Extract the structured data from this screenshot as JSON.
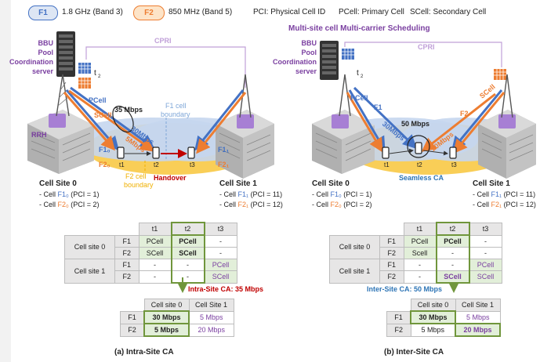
{
  "legend": {
    "f1_badge": "F1",
    "f1_label": "1.8 GHz (Band 3)",
    "f2_badge": "F2",
    "f2_label": "850 MHz (Band 5)",
    "pci_note": "PCI: Physical Cell ID",
    "pcell_note": "PCell: Primary Cell",
    "scell_note": "SCell: Secondary Cell"
  },
  "colors": {
    "f1": "#4472c4",
    "f2": "#ed7d31",
    "purple": "#7a3fa0",
    "green": "#70963c",
    "red": "#c00000"
  },
  "right_title": "Multi-site cell Multi-carrier Scheduling",
  "bbu_label": [
    "BBU",
    "Pool"
  ],
  "coord_label": [
    "Coordination",
    "server"
  ],
  "cpri": "CPRI",
  "rrh": "RRH",
  "left": {
    "pcell": "PCell",
    "scell": "SCell",
    "rate_top": "35 Mbps",
    "rate_30": "30Mbps",
    "rate_5": "5Mbps",
    "f1_boundary": [
      "F1 cell",
      "boundary"
    ],
    "f2_boundary": [
      "F2 cell",
      "boundary"
    ],
    "handover": "Handover",
    "t1": "t1",
    "t2": "t2",
    "t3": "t3",
    "f1_0": "F1₀",
    "f2_0": "F2₀",
    "f1_1": "F1₁",
    "f2_1": "F2₁",
    "site0": {
      "title": "Cell Site 0",
      "l1_pre": "- Cell ",
      "l1_col": "F1₀",
      "l1_post": " (PCI = 1)",
      "l2_pre": "- Cell ",
      "l2_col": "F2₀",
      "l2_post": " (PCI = 2)"
    },
    "site1": {
      "title": "Cell Site 1",
      "l1_pre": "- Cell ",
      "l1_col": "F1₁",
      "l1_post": " (PCI = 11)",
      "l2_pre": "- Cell ",
      "l2_col": "F2₁",
      "l2_post": " (PCI = 12)"
    },
    "sched": {
      "header": [
        "t1",
        "t2",
        "t3"
      ],
      "rows": [
        {
          "site": "Cell site 0",
          "freq": "F1",
          "v": [
            "PCell",
            "PCell",
            "-"
          ]
        },
        {
          "site": "",
          "freq": "F2",
          "v": [
            "SCell",
            "SCell",
            "-"
          ]
        },
        {
          "site": "Cell site 1",
          "freq": "F1",
          "v": [
            "-",
            "-",
            "PCell"
          ]
        },
        {
          "site": "",
          "freq": "F2",
          "v": [
            "-",
            "-",
            "SCell"
          ]
        }
      ]
    },
    "ca_label": "Intra-Site CA: 35 Mbps",
    "rate_table": {
      "header": [
        "Cell site 0",
        "Cell Site 1"
      ],
      "rows": [
        {
          "freq": "F1",
          "v": [
            "30 Mbps",
            "5 Mbps"
          ]
        },
        {
          "freq": "F2",
          "v": [
            "5 Mbps",
            "20 Mbps"
          ]
        }
      ]
    },
    "caption": "(a) Intra-Site CA"
  },
  "right": {
    "pcell": "PCell",
    "scell": "SCell",
    "f1": "F1",
    "f2": "F2",
    "rate_top": "50 Mbps",
    "rate_30": "30Mbps",
    "rate_20": "20Mbps",
    "seamless": "Seamless CA",
    "t1": "t1",
    "t2": "t2",
    "t3": "t3",
    "site0": {
      "title": "Cell Site 0",
      "l1_pre": "- Cell ",
      "l1_col": "F1₀",
      "l1_post": " (PCI = 1)",
      "l2_pre": "- Cell ",
      "l2_col": "F2₀",
      "l2_post": " (PCI = 2)"
    },
    "site1": {
      "title": "Cell Site 1",
      "l1_pre": "- Cell ",
      "l1_col": "F1₁",
      "l1_post": " (PCI = 11)",
      "l2_pre": "- Cell ",
      "l2_col": "F2₁",
      "l2_post": " (PCI = 12)"
    },
    "sched": {
      "header": [
        "t1",
        "t2",
        "t3"
      ],
      "rows": [
        {
          "site": "Cell site 0",
          "freq": "F1",
          "v": [
            "PCell",
            "PCell",
            "-"
          ]
        },
        {
          "site": "",
          "freq": "F2",
          "v": [
            "Scell",
            "-",
            "-"
          ]
        },
        {
          "site": "Cell site 1",
          "freq": "F1",
          "v": [
            "-",
            "-",
            "PCell"
          ]
        },
        {
          "site": "",
          "freq": "F2",
          "v": [
            "-",
            "SCell",
            "SCell"
          ]
        }
      ]
    },
    "ca_label": "Inter-Site CA: 50 Mbps",
    "rate_table": {
      "header": [
        "Cell site 0",
        "Cell Site 1"
      ],
      "rows": [
        {
          "freq": "F1",
          "v": [
            "30 Mbps",
            "5 Mbps"
          ]
        },
        {
          "freq": "F2",
          "v": [
            "5 Mbps",
            "20 Mbps"
          ]
        }
      ]
    },
    "caption": "(b) Inter-Site CA"
  }
}
